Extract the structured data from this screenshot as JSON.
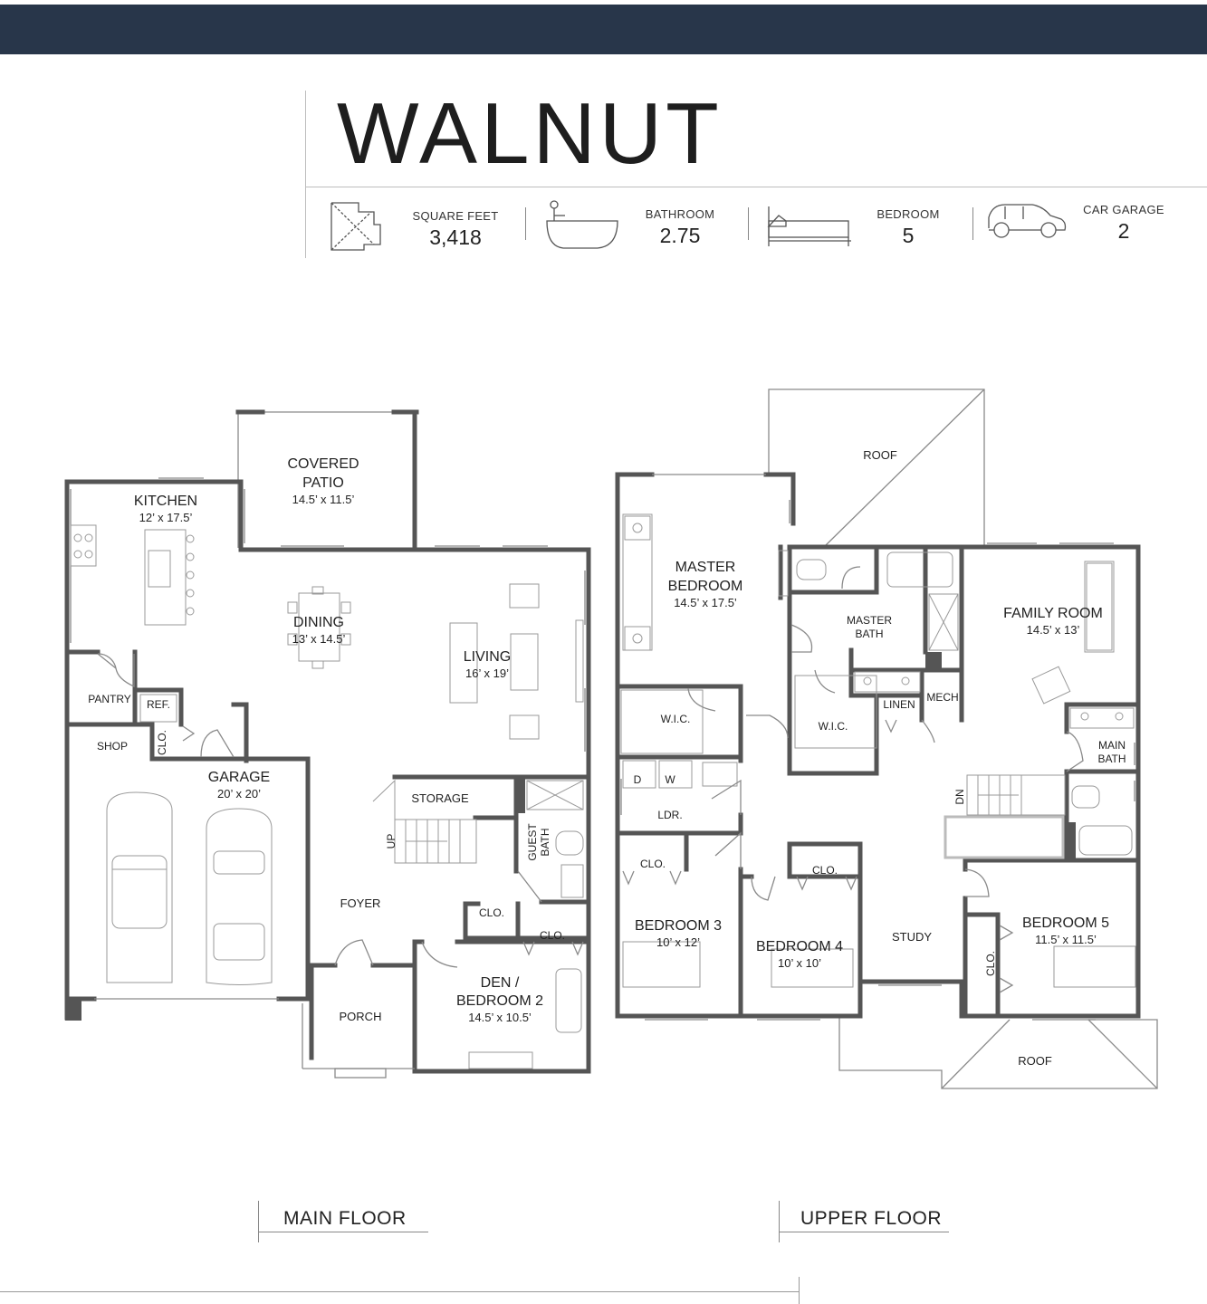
{
  "header": {
    "title": "WALNUT"
  },
  "stats": [
    {
      "label": "SQUARE FEET",
      "value": "3,418",
      "icon": "floorplan-icon"
    },
    {
      "label": "BATHROOM",
      "value": "2.75",
      "icon": "bathtub-icon"
    },
    {
      "label": "BEDROOM",
      "value": "5",
      "icon": "bed-icon"
    },
    {
      "label": "CAR GARAGE",
      "value": "2",
      "icon": "car-icon"
    }
  ],
  "main_floor": {
    "label": "MAIN FLOOR",
    "rooms": {
      "covered_patio": {
        "name1": "COVERED",
        "name2": "PATIO",
        "size": "14.5’ x 11.5’"
      },
      "kitchen": {
        "name": "KITCHEN",
        "size": "12’ x 17.5’"
      },
      "dining": {
        "name": "DINING",
        "size": "13’ x 14.5’"
      },
      "living": {
        "name": "LIVING",
        "size": "16’ x 19’"
      },
      "pantry": {
        "name": "PANTRY"
      },
      "ref": {
        "name": "REF."
      },
      "clo_shop": {
        "name": "CLO."
      },
      "shop": {
        "name": "SHOP"
      },
      "garage": {
        "name": "GARAGE",
        "size": "20’ x 20’"
      },
      "storage": {
        "name": "STORAGE"
      },
      "up": {
        "name": "UP"
      },
      "guest_bath": {
        "name1": "GUEST",
        "name2": "BATH"
      },
      "foyer": {
        "name": "FOYER"
      },
      "clo_1": {
        "name": "CLO."
      },
      "clo_2": {
        "name": "CLO."
      },
      "den": {
        "name1": "DEN /",
        "name2": "BEDROOM 2",
        "size": "14.5’ x 10.5’"
      },
      "porch": {
        "name": "PORCH"
      }
    }
  },
  "upper_floor": {
    "label": "UPPER FLOOR",
    "rooms": {
      "roof_top": {
        "name": "ROOF"
      },
      "master_bedroom": {
        "name1": "MASTER",
        "name2": "BEDROOM",
        "size": "14.5’ x 17.5’"
      },
      "master_bath": {
        "name1": "MASTER",
        "name2": "BATH"
      },
      "family_room": {
        "name": "FAMILY ROOM",
        "size": "14.5’ x 13’"
      },
      "wic_1": {
        "name": "W.I.C."
      },
      "wic_2": {
        "name": "W.I.C."
      },
      "linen": {
        "name": "LINEN"
      },
      "mech": {
        "name": "MECH"
      },
      "main_bath": {
        "name1": "MAIN",
        "name2": "BATH"
      },
      "d": {
        "name": "D"
      },
      "w": {
        "name": "W"
      },
      "ldr": {
        "name": "LDR."
      },
      "dn": {
        "name": "DN"
      },
      "clo_b3": {
        "name": "CLO."
      },
      "clo_b4": {
        "name": "CLO."
      },
      "clo_b5": {
        "name": "CLO."
      },
      "bedroom_3": {
        "name": "BEDROOM 3",
        "size": "10’ x 12’"
      },
      "bedroom_4": {
        "name": "BEDROOM 4",
        "size": "10’ x 10’"
      },
      "study": {
        "name": "STUDY"
      },
      "bedroom_5": {
        "name": "BEDROOM 5",
        "size": "11.5’ x 11.5’"
      },
      "roof_bottom": {
        "name": "ROOF"
      }
    }
  }
}
